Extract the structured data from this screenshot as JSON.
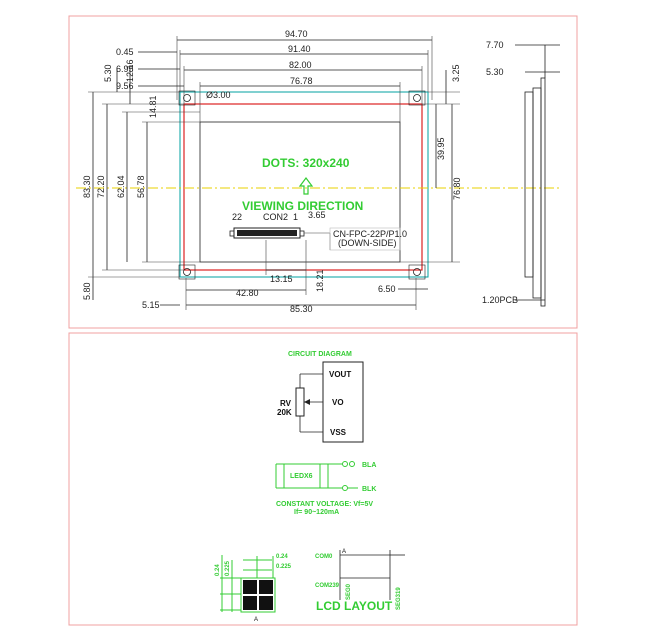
{
  "top_drawing": {
    "horizontal_dims": {
      "d_94_70": "94.70",
      "d_0_45": "0.45",
      "d_91_40": "91.40",
      "d_6_95": "6.95",
      "d_82_00": "82.00",
      "d_9_56": "9.56",
      "d_76_78": "76.78",
      "d_3_65": "3.65",
      "d_13_15": "13.15",
      "d_42_80": "42.80",
      "d_6_50": "6.50",
      "d_5_15": "5.15",
      "d_85_30": "85.30"
    },
    "vertical_dims": {
      "d_5_30_left": "5.30",
      "d_12_16": "12.16",
      "d_14_81": "14.81",
      "d_83_30": "83.30",
      "d_72_20": "72.20",
      "d_62_04": "62.04",
      "d_56_78": "56.78",
      "d_5_80": "5.80",
      "d_18_21": "18.21",
      "d_3_25": "3.25",
      "d_39_95": "39.95",
      "d_76_80": "76.80"
    },
    "hole_label": "Ø3.00",
    "dots_text": "DOTS: 320x240",
    "viewing_direction": "VIEWING DIRECTION",
    "con2_label": "CON2",
    "pin_22": "22",
    "pin_1": "1",
    "connector_note_1": "CN-FPC-22P/P1.0",
    "connector_note_2": "(DOWN-SIDE)"
  },
  "side_view": {
    "d_7_70": "7.70",
    "d_5_30": "5.30",
    "d_pcb": "1.20PCB"
  },
  "circuit": {
    "title": "CIRCUIT DIAGRAM",
    "rv_label": "RV",
    "rv_value": "20K",
    "vout": "VOUT",
    "vo": "VO",
    "vss": "VSS",
    "bla": "BLA",
    "blk": "BLK",
    "led_label": "LEDX6",
    "constant_voltage": "CONSTANT VOLTAGE: Vf=5V",
    "current": "If= 90~120mA"
  },
  "lcd_layout": {
    "title": "LCD LAYOUT",
    "dot_size_1": "0.24",
    "dot_size_2": "0.225",
    "dot_size_3": "0.24",
    "dot_size_4": "0.225",
    "com0": "COM0",
    "com239": "COM239",
    "seg0": "SEG0",
    "seg319": "SEG319",
    "corner_label": "A",
    "corner_label_b": "A"
  },
  "colors": {
    "frame": "#f0a0a0",
    "accent_green": "#33cc33",
    "panel_outline": "#00a0a0",
    "panel_red": "#dd2222",
    "center_line": "#e8d000"
  }
}
